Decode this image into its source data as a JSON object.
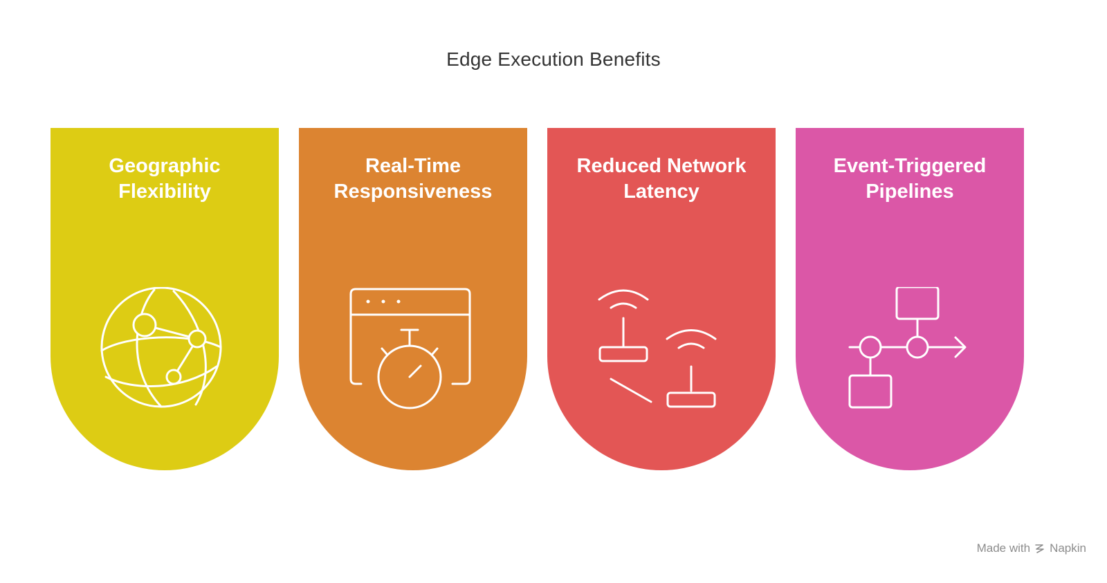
{
  "title": "Edge Execution Benefits",
  "cards": [
    {
      "line1": "Geographic",
      "line2": "Flexibility",
      "color": "#DDCC14",
      "icon": "globe-network-icon"
    },
    {
      "line1": "Real-Time",
      "line2": "Responsiveness",
      "color": "#DC8431",
      "icon": "browser-stopwatch-icon"
    },
    {
      "line1": "Reduced Network",
      "line2": "Latency",
      "color": "#E35655",
      "icon": "routers-signal-icon"
    },
    {
      "line1": "Event-Triggered",
      "line2": "Pipelines",
      "color": "#DB57A7",
      "icon": "pipeline-flow-icon"
    }
  ],
  "watermark": {
    "made_with": "Made with",
    "brand": "Napkin"
  }
}
